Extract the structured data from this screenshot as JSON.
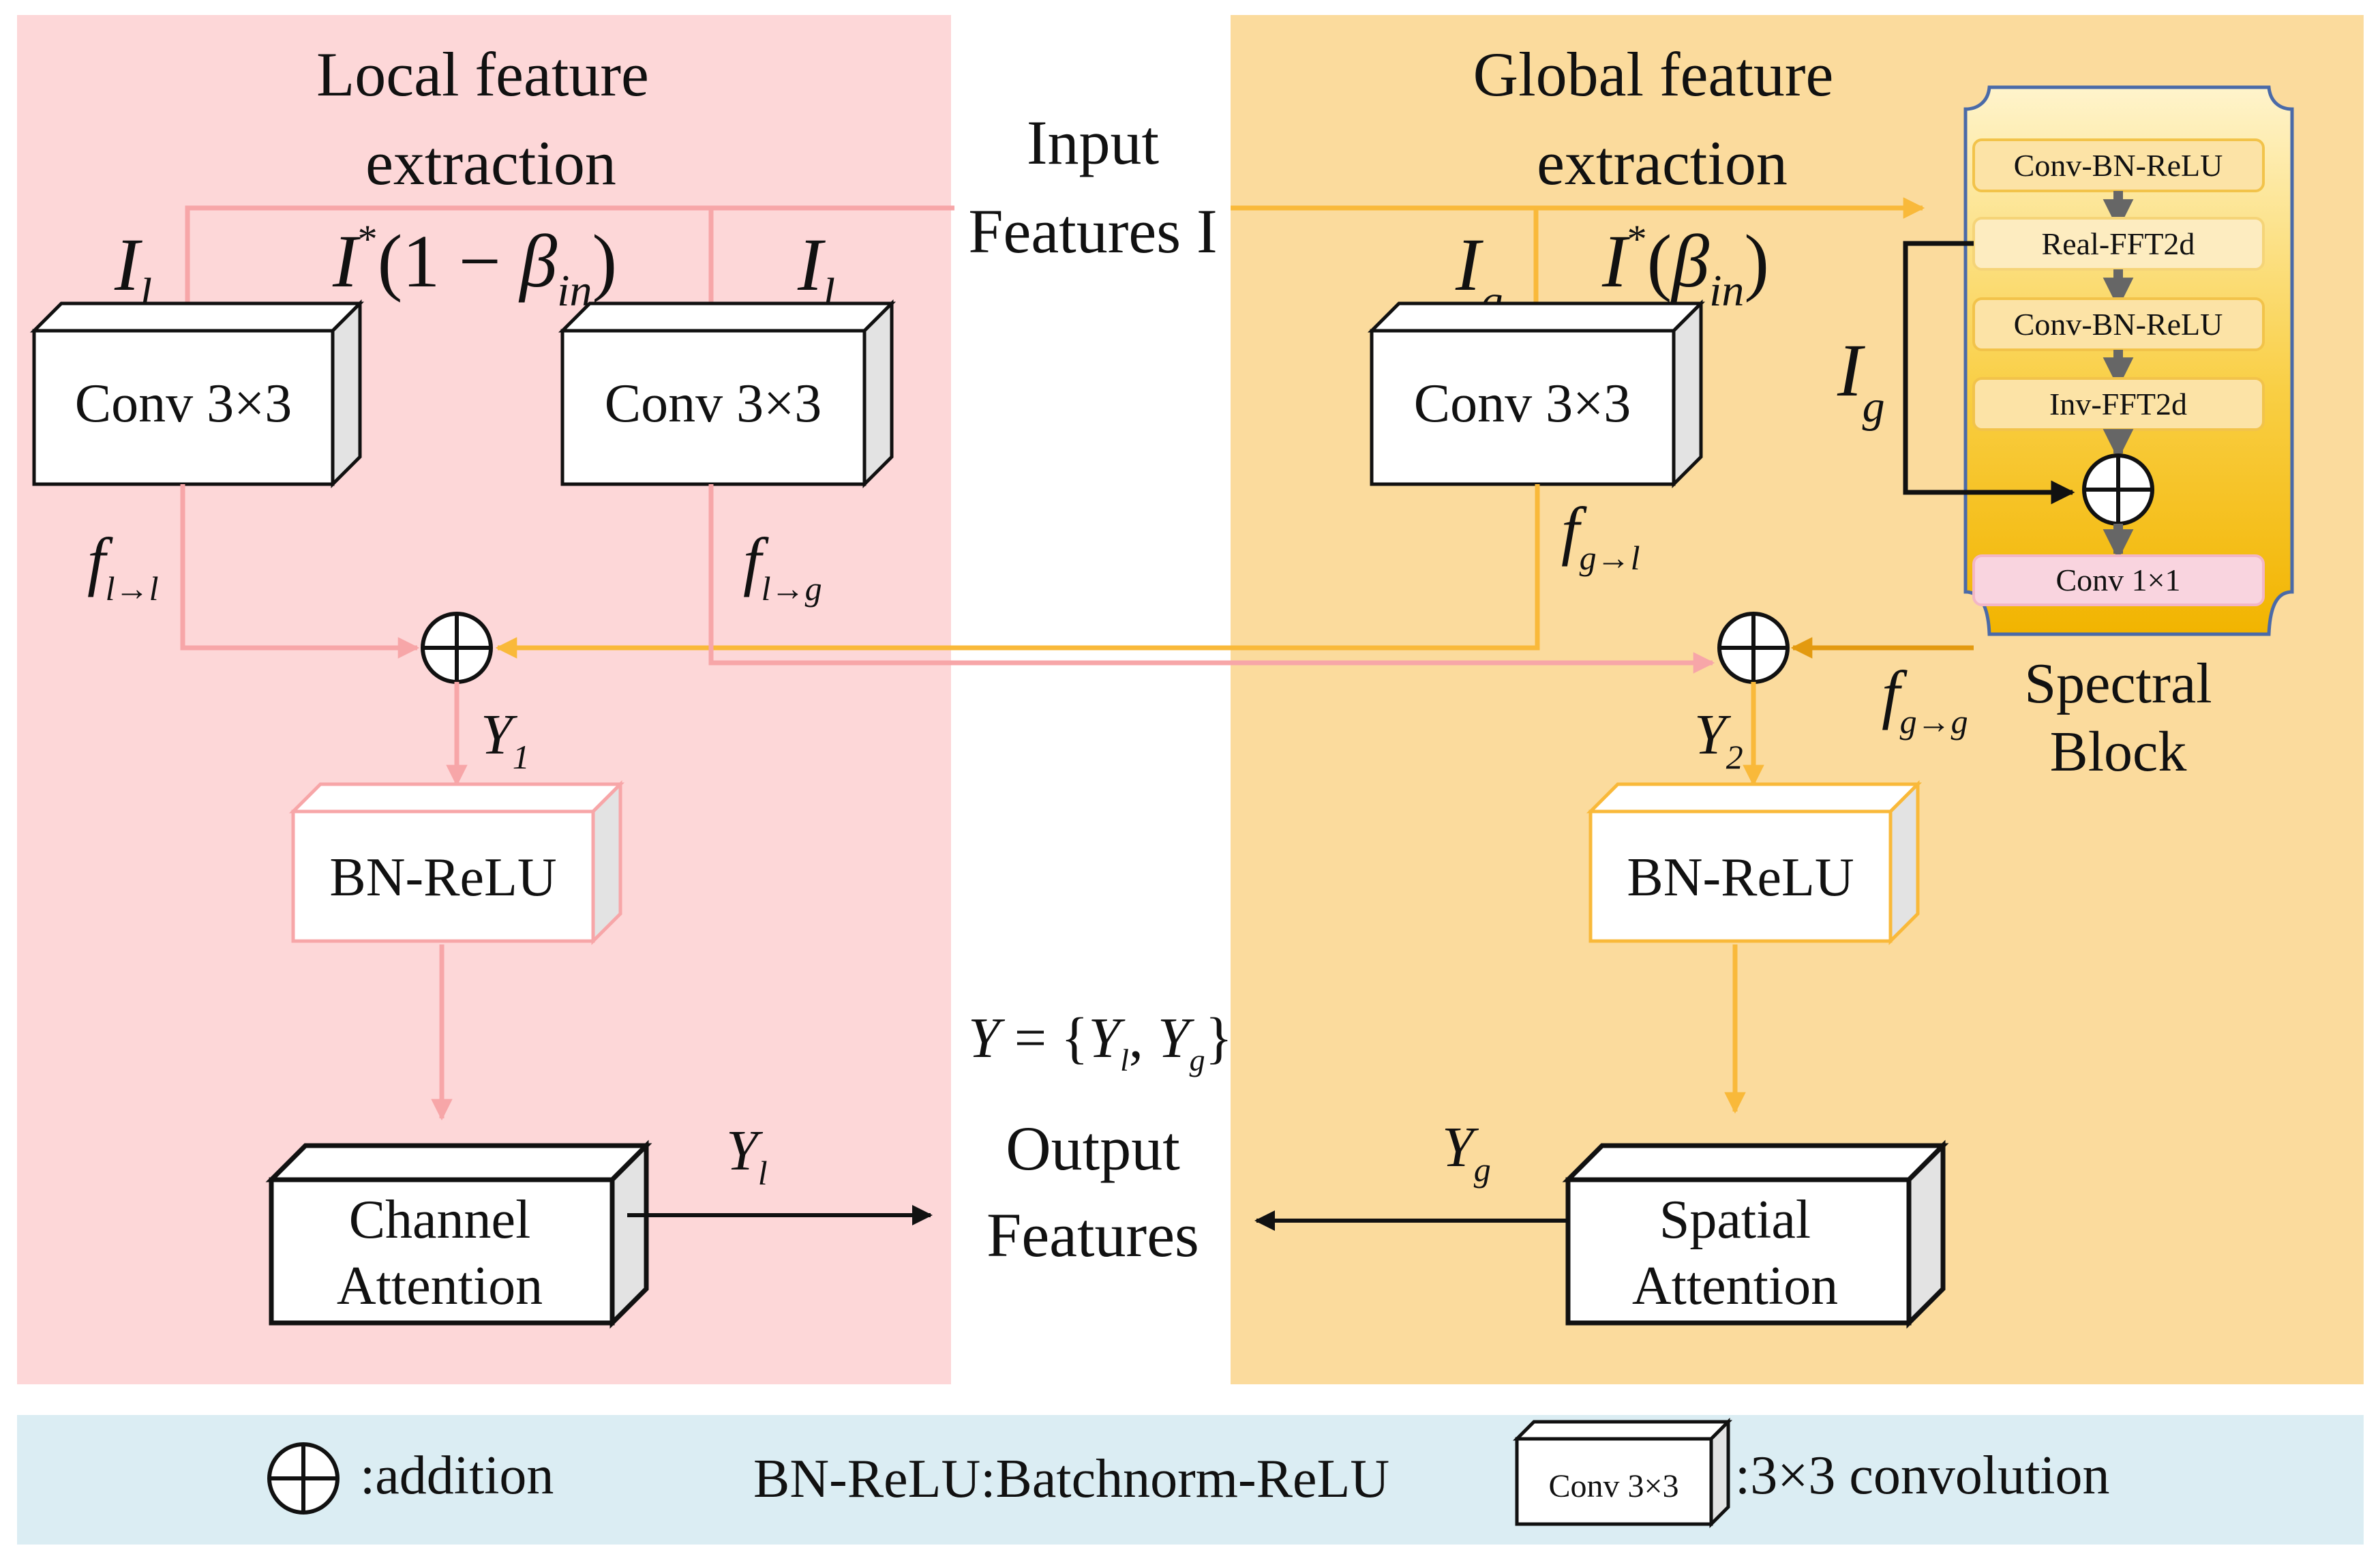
{
  "colors": {
    "local_bg": "#fdd7d8",
    "global_bg": "#fbdb9d",
    "legend_bg": "#dbedf3",
    "pink": "#f7a6a8",
    "orange": "#f9b93a",
    "dark_orange": "#e39a10",
    "spectral_top": "#fff3c7",
    "spectral_bottom": "#f4b800",
    "conv1x1_fill": "#f9d4df"
  },
  "local": {
    "title_line1": "Local feature",
    "title_line2": "extraction"
  },
  "global": {
    "title_line1": "Global feature",
    "title_line2": "extraction"
  },
  "input": {
    "line1": "Input",
    "line2": "Features I"
  },
  "output": {
    "line1": "Output",
    "line2": "Features",
    "formula": "Y = {Y_l, Y_g}"
  },
  "labels": {
    "Il_left": "I_l",
    "Il_right": "I_l",
    "I_one_minus_beta": "I*(1 − β_in)",
    "Ig_main": "I_g",
    "I_beta": "I*(β_in)",
    "Ig_spectral": "I_g",
    "f_l_to_l": "f_l→l",
    "f_l_to_g": "f_l→g",
    "f_g_to_l": "f_g→l",
    "f_g_to_g": "f_g→g",
    "Y1": "Y_1",
    "Y2": "Y_2",
    "Yl": "Y_l",
    "Yg": "Y_g"
  },
  "boxes": {
    "conv_left": "Conv 3×3",
    "conv_mid": "Conv 3×3",
    "conv_global": "Conv 3×3",
    "bn_relu_left": "BN-ReLU",
    "bn_relu_right": "BN-ReLU",
    "channel_attention_line1": "Channel",
    "channel_attention_line2": "Attention",
    "spatial_attention_line1": "Spatial",
    "spatial_attention_line2": "Attention"
  },
  "spectral": {
    "step1": "Conv-BN-ReLU",
    "step2": "Real-FFT2d",
    "step3": "Conv-BN-ReLU",
    "step4": "Inv-FFT2d",
    "step5": "Conv 1×1",
    "caption_line1": "Spectral",
    "caption_line2": "Block"
  },
  "legend": {
    "addition": ":addition",
    "bn_relu": "BN-ReLU:Batchnorm-ReLU",
    "conv_box": "Conv 3×3",
    "conv_desc": ":3×3 convolution"
  }
}
